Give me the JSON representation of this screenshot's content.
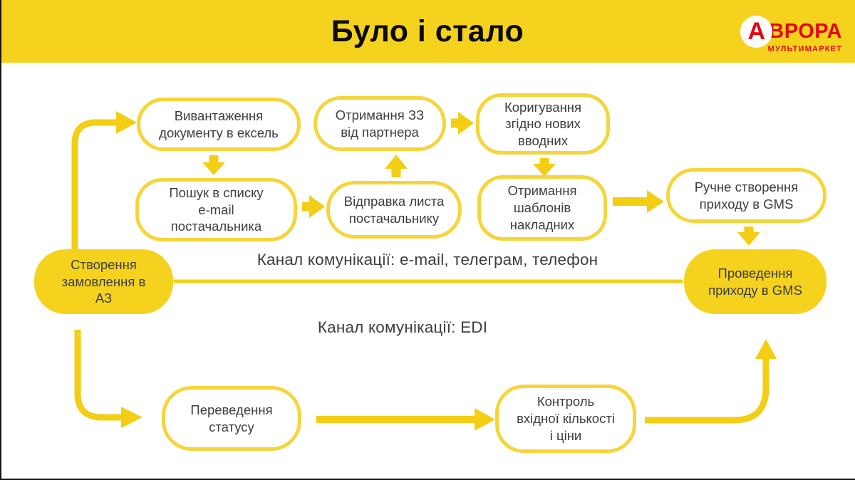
{
  "slide": {
    "title": "Було і стало",
    "logo": {
      "initial": "А",
      "rest": "ВРОРА",
      "tagline": "МУЛЬТИМАРКЕТ"
    }
  },
  "colors": {
    "brand_yellow": "#F5D21E",
    "box_border_yellow": "#F6D53A",
    "arrow_yellow": "#F3CE14",
    "brand_red": "#E30613",
    "text_gray": "#3D3D3C"
  },
  "nodes": {
    "export_excel": "Вивантаження\nдокументу в ексель",
    "receive_order": "Отримання ЗЗ\nвід партнера",
    "adjust_inputs": "Коригування\nзгідно нових\nвводних",
    "search_email": "Пошук в списку\ne-mail\nпостачальника",
    "send_letter": "Відправка листа\nпостачальнику",
    "receive_templates": "Отримання\nшаблонів\nнакладних",
    "manual_receipt": "Ручне створення\nприходу в GMS",
    "create_order": "Створення\nзамовлення в\nАЗ",
    "post_receipt": "Проведення\nприходу в GMS",
    "change_status": "Переведення\nстатусу",
    "control_qty": "Контроль\nвхідної кількості\nі ціни"
  },
  "channels": {
    "email": "Канал комунікації: e-mail, телеграм, телефон",
    "edi": "Канал комунікації: EDI"
  }
}
